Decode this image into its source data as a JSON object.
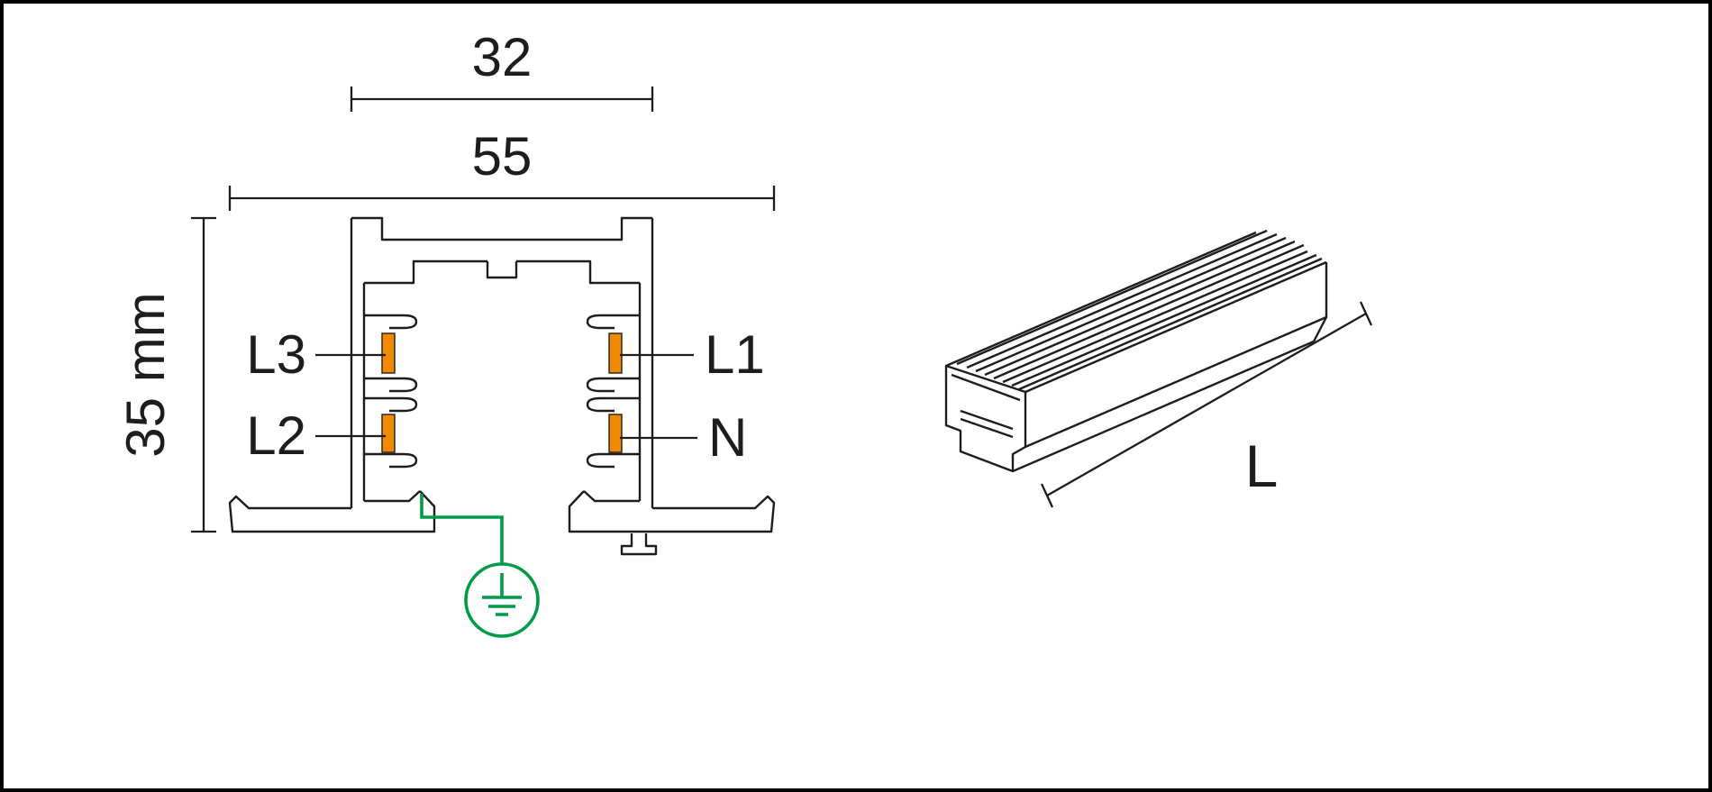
{
  "cross_section_view": {
    "dim_top_width": "32",
    "dim_outer_width": "55",
    "dim_height": "35 mm",
    "conductors": {
      "left_top": "L3",
      "left_bottom": "L2",
      "right_top": "L1",
      "right_bottom": "N"
    }
  },
  "isometric_view": {
    "dim_length": "L"
  },
  "colors": {
    "line": "#1d1d1b",
    "conductor": "#f18a00",
    "earth": "#009b48"
  }
}
